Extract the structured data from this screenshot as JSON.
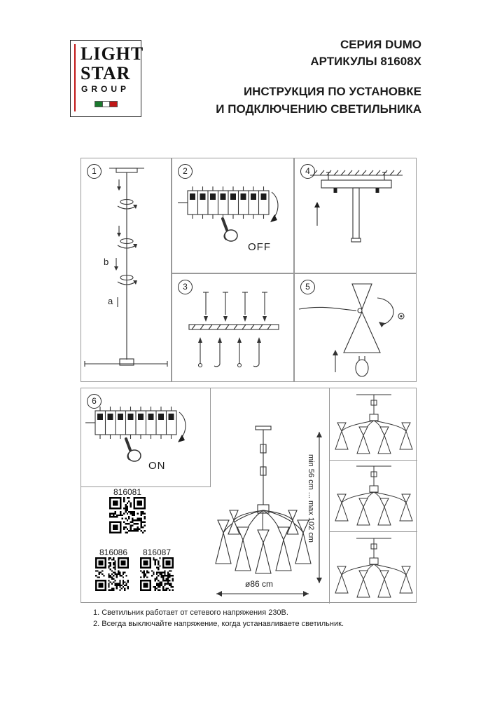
{
  "page": {
    "header": {
      "logo": {
        "line1": "LIGHT",
        "line2": "STAR",
        "line3": "GROUP"
      },
      "series": "СЕРИЯ DUMO",
      "articles": "АРТИКУЛЫ 81608X",
      "title_line1": "ИНСТРУКЦИЯ ПО УСТАНОВКЕ",
      "title_line2": "И ПОДКЛЮЧЕНИЮ СВЕТИЛЬНИКА"
    },
    "panels": {
      "p1": {
        "num": "1",
        "label_a": "a",
        "label_b": "b"
      },
      "p2": {
        "num": "2",
        "state": "OFF"
      },
      "p3": {
        "num": "3"
      },
      "p4": {
        "num": "4"
      },
      "p5": {
        "num": "5"
      },
      "p6": {
        "num": "6",
        "state": "ON"
      }
    },
    "qr": {
      "code1": "816081",
      "code2": "816086",
      "code3": "816087"
    },
    "dimensions": {
      "height_range": "min 56 cm ... max 102 cm",
      "diameter": "ø86 cm"
    },
    "footer": {
      "note1": "1. Светильник работает от сетевого напряжения 230В.",
      "note2": "2. Всегда выключайте напряжение, когда устанавливаете светильник."
    },
    "colors": {
      "accent_red": "#c01818",
      "line_gray": "#999999",
      "ink": "#1b1b1b"
    }
  }
}
